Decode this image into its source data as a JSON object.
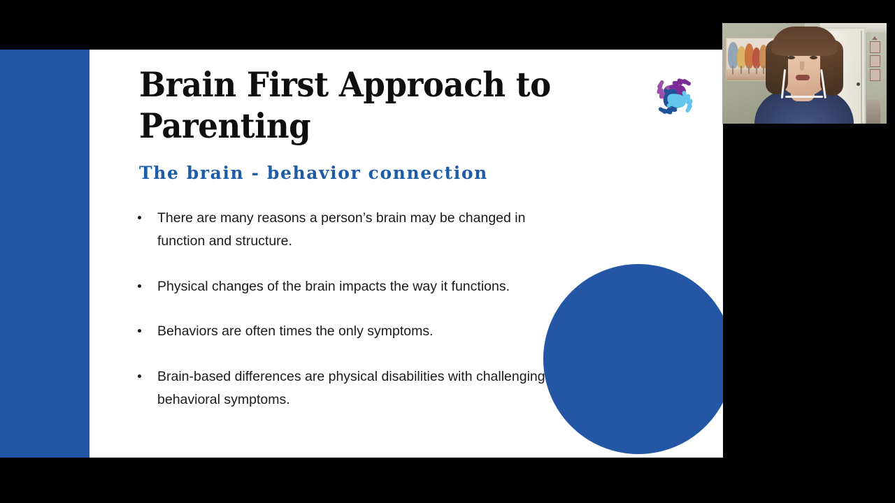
{
  "slide": {
    "title": "Brain First Approach to Parenting",
    "subtitle": "The brain - behavior connection",
    "bullets": [
      "There are many reasons a person’s brain may be changed in function and structure.",
      "Physical changes of the brain impacts the way it functions.",
      "Behaviors are often times the only symptoms.",
      "Brain-based differences are physical disabilities with challenging behavioral symptoms."
    ],
    "logo": {
      "name": "four-hands-pinwheel-logo",
      "hand_colors": [
        "#9b4fa8",
        "#7b2f96",
        "#1f5398",
        "#63c6ea"
      ]
    },
    "colors": {
      "accent_bar": "#2456a6",
      "circle": "#2456a6",
      "title_text": "#0f0f0f",
      "subtitle_text": "#1f5ca8",
      "bullet_text": "#1b1b1b",
      "background": "#ffffff",
      "letterbox": "#000000"
    }
  },
  "webcam": {
    "name": "presenter-webcam-feed",
    "description": "Woman with shoulder-length brown hair wearing a blue knit sweater and white wired earbuds, speaking in a room with a tree painting, a white door and three small framed pictures"
  }
}
